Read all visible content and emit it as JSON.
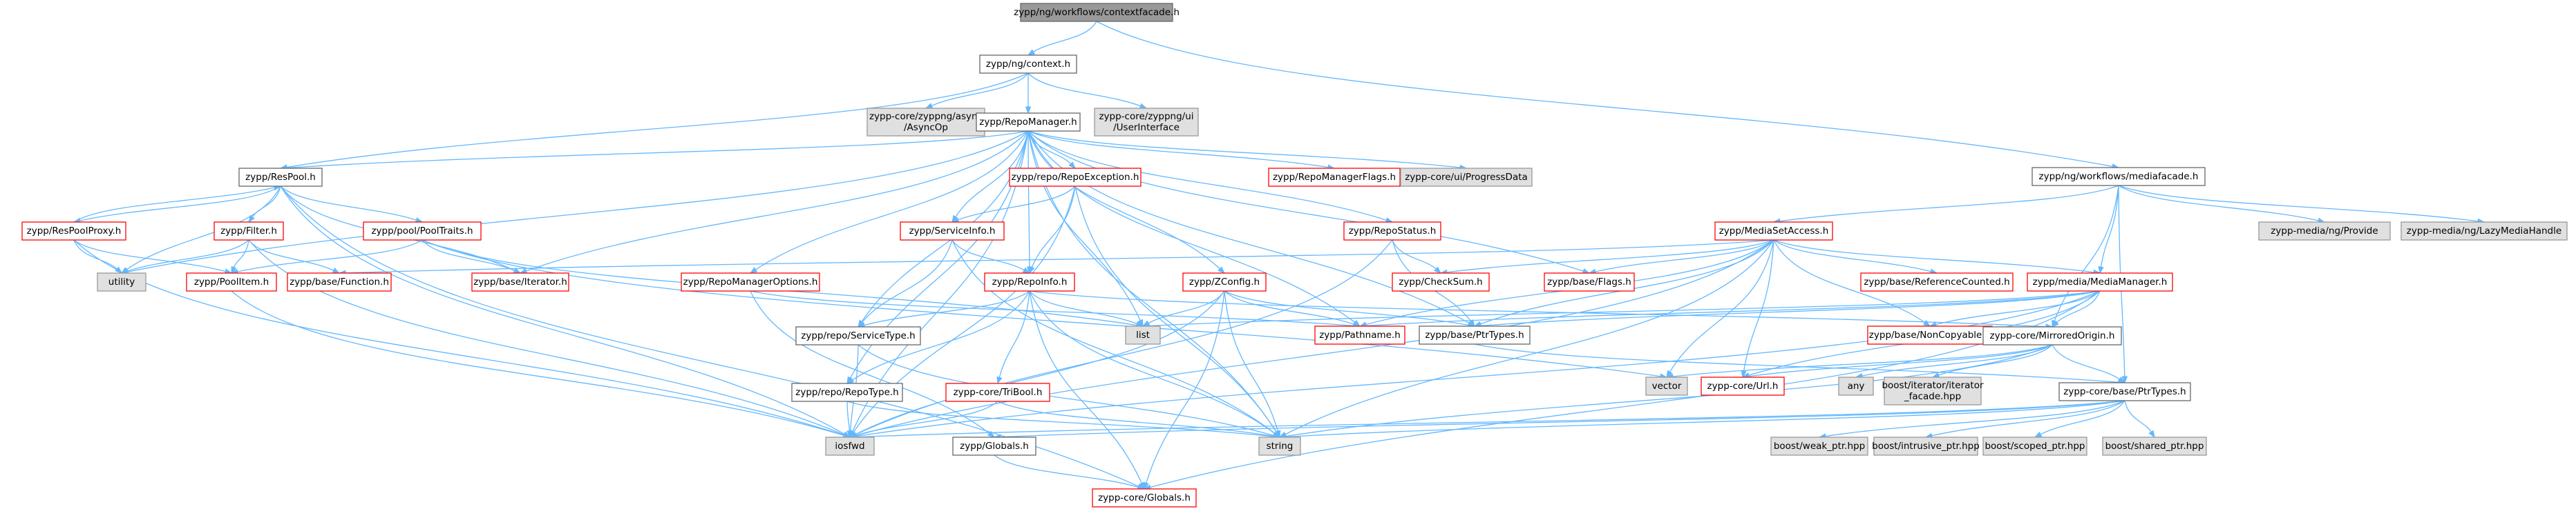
{
  "graph_title": "zypp/ng/workflows/contextfacade.h",
  "colors": {
    "root_fill": "#999999",
    "root_border": "#666666",
    "documented_fill": "#ffffff",
    "documented_border": "#666666",
    "undocumented_fill": "#ffffff",
    "undocumented_border": "#ff0000",
    "external_fill": "#e0e0e0",
    "external_border": "#999999",
    "edge": "#63b8ff"
  },
  "nodes": [
    {
      "id": "root",
      "label": [
        "zypp/ng/workflows/contextfacade.h"
      ],
      "kind": "root"
    },
    {
      "id": "context",
      "label": [
        "zypp/ng/context.h"
      ],
      "kind": "doc"
    },
    {
      "id": "async",
      "label": [
        "zypp-core/zyppng/async",
        "/AsyncOp"
      ],
      "kind": "ext"
    },
    {
      "id": "repomanager",
      "label": [
        "zypp/RepoManager.h"
      ],
      "kind": "doc"
    },
    {
      "id": "userinterface",
      "label": [
        "zypp-core/zyppng/ui",
        "/UserInterface"
      ],
      "kind": "ext"
    },
    {
      "id": "mediafacade",
      "label": [
        "zypp/ng/workflows/mediafacade.h"
      ],
      "kind": "doc"
    },
    {
      "id": "respool",
      "label": [
        "zypp/ResPool.h"
      ],
      "kind": "doc"
    },
    {
      "id": "repoexception",
      "label": [
        "zypp/repo/RepoException.h"
      ],
      "kind": "undoc"
    },
    {
      "id": "repomanagerflags",
      "label": [
        "zypp/RepoManagerFlags.h"
      ],
      "kind": "undoc"
    },
    {
      "id": "progressdata",
      "label": [
        "zypp-core/ui/ProgressData"
      ],
      "kind": "ext"
    },
    {
      "id": "respoolproxy",
      "label": [
        "zypp/ResPoolProxy.h"
      ],
      "kind": "undoc"
    },
    {
      "id": "filter",
      "label": [
        "zypp/Filter.h"
      ],
      "kind": "undoc"
    },
    {
      "id": "pooltraits",
      "label": [
        "zypp/pool/PoolTraits.h"
      ],
      "kind": "undoc"
    },
    {
      "id": "serviceinfo",
      "label": [
        "zypp/ServiceInfo.h"
      ],
      "kind": "undoc"
    },
    {
      "id": "repostatus",
      "label": [
        "zypp/RepoStatus.h"
      ],
      "kind": "undoc"
    },
    {
      "id": "mediasetaccess",
      "label": [
        "zypp/MediaSetAccess.h"
      ],
      "kind": "undoc"
    },
    {
      "id": "provide",
      "label": [
        "zypp-media/ng/Provide"
      ],
      "kind": "ext"
    },
    {
      "id": "lazymedia",
      "label": [
        "zypp-media/ng/LazyMediaHandle"
      ],
      "kind": "ext"
    },
    {
      "id": "utility",
      "label": [
        "utility"
      ],
      "kind": "ext"
    },
    {
      "id": "poolitem",
      "label": [
        "zypp/PoolItem.h"
      ],
      "kind": "undoc"
    },
    {
      "id": "function",
      "label": [
        "zypp/base/Function.h"
      ],
      "kind": "undoc"
    },
    {
      "id": "iterator",
      "label": [
        "zypp/base/Iterator.h"
      ],
      "kind": "undoc"
    },
    {
      "id": "repomanageroptions",
      "label": [
        "zypp/RepoManagerOptions.h"
      ],
      "kind": "undoc"
    },
    {
      "id": "repoinfo",
      "label": [
        "zypp/RepoInfo.h"
      ],
      "kind": "undoc"
    },
    {
      "id": "zconfig",
      "label": [
        "zypp/ZConfig.h"
      ],
      "kind": "undoc"
    },
    {
      "id": "checksum",
      "label": [
        "zypp/CheckSum.h"
      ],
      "kind": "undoc"
    },
    {
      "id": "flags",
      "label": [
        "zypp/base/Flags.h"
      ],
      "kind": "undoc"
    },
    {
      "id": "refcounted",
      "label": [
        "zypp/base/ReferenceCounted.h"
      ],
      "kind": "undoc"
    },
    {
      "id": "mediamanager",
      "label": [
        "zypp/media/MediaManager.h"
      ],
      "kind": "undoc"
    },
    {
      "id": "list",
      "label": [
        "list"
      ],
      "kind": "ext"
    },
    {
      "id": "pathname",
      "label": [
        "zypp/Pathname.h"
      ],
      "kind": "undoc"
    },
    {
      "id": "baseptrtypes",
      "label": [
        "zypp/base/PtrTypes.h"
      ],
      "kind": "doc"
    },
    {
      "id": "noncopyable",
      "label": [
        "zypp/base/NonCopyable.h"
      ],
      "kind": "undoc"
    },
    {
      "id": "servicetype",
      "label": [
        "zypp/repo/ServiceType.h"
      ],
      "kind": "doc"
    },
    {
      "id": "mirroredorigin",
      "label": [
        "zypp-core/MirroredOrigin.h"
      ],
      "kind": "doc"
    },
    {
      "id": "vector",
      "label": [
        "vector"
      ],
      "kind": "ext"
    },
    {
      "id": "url",
      "label": [
        "zypp-core/Url.h"
      ],
      "kind": "undoc"
    },
    {
      "id": "any",
      "label": [
        "any"
      ],
      "kind": "ext"
    },
    {
      "id": "iteratorfacade",
      "label": [
        "boost/iterator/iterator",
        "_facade.hpp"
      ],
      "kind": "ext"
    },
    {
      "id": "repotype",
      "label": [
        "zypp/repo/RepoType.h"
      ],
      "kind": "doc"
    },
    {
      "id": "tribool",
      "label": [
        "zypp-core/TriBool.h"
      ],
      "kind": "undoc"
    },
    {
      "id": "coreptrtypes",
      "label": [
        "zypp-core/base/PtrTypes.h"
      ],
      "kind": "doc"
    },
    {
      "id": "iosfwd",
      "label": [
        "iosfwd"
      ],
      "kind": "ext"
    },
    {
      "id": "globals",
      "label": [
        "zypp/Globals.h"
      ],
      "kind": "doc"
    },
    {
      "id": "string",
      "label": [
        "string"
      ],
      "kind": "ext"
    },
    {
      "id": "weakptr",
      "label": [
        "boost/weak_ptr.hpp"
      ],
      "kind": "ext"
    },
    {
      "id": "intrusiveptr",
      "label": [
        "boost/intrusive_ptr.hpp"
      ],
      "kind": "ext"
    },
    {
      "id": "scopedptr",
      "label": [
        "boost/scoped_ptr.hpp"
      ],
      "kind": "ext"
    },
    {
      "id": "sharedptr",
      "label": [
        "boost/shared_ptr.hpp"
      ],
      "kind": "ext"
    },
    {
      "id": "coreglobals",
      "label": [
        "zypp-core/Globals.h"
      ],
      "kind": "undoc"
    }
  ],
  "edges": [
    [
      "root",
      "context"
    ],
    [
      "root",
      "mediafacade"
    ],
    [
      "context",
      "async"
    ],
    [
      "context",
      "repomanager"
    ],
    [
      "context",
      "userinterface"
    ],
    [
      "context",
      "respool"
    ],
    [
      "repomanager",
      "respool"
    ],
    [
      "repomanager",
      "repoexception"
    ],
    [
      "repomanager",
      "repomanagerflags"
    ],
    [
      "repomanager",
      "progressdata"
    ],
    [
      "repomanager",
      "serviceinfo"
    ],
    [
      "repomanager",
      "repostatus"
    ],
    [
      "repomanager",
      "repomanageroptions"
    ],
    [
      "repomanager",
      "repoinfo"
    ],
    [
      "repomanager",
      "zconfig"
    ],
    [
      "repomanager",
      "flags"
    ],
    [
      "repomanager",
      "iterator"
    ],
    [
      "repomanager",
      "list"
    ],
    [
      "repomanager",
      "pathname"
    ],
    [
      "repomanager",
      "baseptrtypes"
    ],
    [
      "repomanager",
      "servicetype"
    ],
    [
      "repomanager",
      "repotype"
    ],
    [
      "repomanager",
      "iosfwd"
    ],
    [
      "repomanager",
      "utility"
    ],
    [
      "repomanager",
      "string"
    ],
    [
      "respool",
      "respoolproxy"
    ],
    [
      "respool",
      "filter"
    ],
    [
      "respool",
      "pooltraits"
    ],
    [
      "respool",
      "utility"
    ],
    [
      "respool",
      "iterator"
    ],
    [
      "respool",
      "iosfwd"
    ],
    [
      "respool",
      "coreglobals"
    ],
    [
      "respoolproxy",
      "respool"
    ],
    [
      "respoolproxy",
      "utility"
    ],
    [
      "respoolproxy",
      "iosfwd"
    ],
    [
      "respoolproxy",
      "poolitem"
    ],
    [
      "filter",
      "utility"
    ],
    [
      "filter",
      "poolitem"
    ],
    [
      "filter",
      "function"
    ],
    [
      "filter",
      "iosfwd"
    ],
    [
      "pooltraits",
      "poolitem"
    ],
    [
      "pooltraits",
      "iterator"
    ],
    [
      "pooltraits",
      "list"
    ],
    [
      "pooltraits",
      "vector"
    ],
    [
      "poolitem",
      "iosfwd"
    ],
    [
      "repoexception",
      "serviceinfo"
    ],
    [
      "repoexception",
      "repoinfo"
    ],
    [
      "repoexception",
      "string"
    ],
    [
      "repoexception",
      "iosfwd"
    ],
    [
      "serviceinfo",
      "repoinfo"
    ],
    [
      "serviceinfo",
      "servicetype"
    ],
    [
      "serviceinfo",
      "string"
    ],
    [
      "repostatus",
      "checksum"
    ],
    [
      "repostatus",
      "baseptrtypes"
    ],
    [
      "repostatus",
      "iosfwd"
    ],
    [
      "repoinfo",
      "list"
    ],
    [
      "repoinfo",
      "servicetype"
    ],
    [
      "repoinfo",
      "repotype"
    ],
    [
      "repoinfo",
      "tribool"
    ],
    [
      "repoinfo",
      "string"
    ],
    [
      "repoinfo",
      "coreglobals"
    ],
    [
      "repoinfo",
      "mirroredorigin"
    ],
    [
      "zconfig",
      "pathname"
    ],
    [
      "zconfig",
      "baseptrtypes"
    ],
    [
      "zconfig",
      "iosfwd"
    ],
    [
      "zconfig",
      "string"
    ],
    [
      "zconfig",
      "coreglobals"
    ],
    [
      "zconfig",
      "list"
    ],
    [
      "repomanageroptions",
      "pathname"
    ],
    [
      "repomanageroptions",
      "globals"
    ],
    [
      "servicetype",
      "iosfwd"
    ],
    [
      "servicetype",
      "string"
    ],
    [
      "repotype",
      "iosfwd"
    ],
    [
      "repotype",
      "string"
    ],
    [
      "tribool",
      "iosfwd"
    ],
    [
      "tribool",
      "string"
    ],
    [
      "mediafacade",
      "mediasetaccess"
    ],
    [
      "mediafacade",
      "provide"
    ],
    [
      "mediafacade",
      "lazymedia"
    ],
    [
      "mediafacade",
      "mediamanager"
    ],
    [
      "mediafacade",
      "mirroredorigin"
    ],
    [
      "mediafacade",
      "coreptrtypes"
    ],
    [
      "mediasetaccess",
      "function"
    ],
    [
      "mediasetaccess",
      "checksum"
    ],
    [
      "mediasetaccess",
      "flags"
    ],
    [
      "mediasetaccess",
      "refcounted"
    ],
    [
      "mediasetaccess",
      "mediamanager"
    ],
    [
      "mediasetaccess",
      "pathname"
    ],
    [
      "mediasetaccess",
      "baseptrtypes"
    ],
    [
      "mediasetaccess",
      "noncopyable"
    ],
    [
      "mediasetaccess",
      "vector"
    ],
    [
      "mediasetaccess",
      "url"
    ],
    [
      "mediasetaccess",
      "string"
    ],
    [
      "mediasetaccess",
      "iosfwd"
    ],
    [
      "mediamanager",
      "noncopyable"
    ],
    [
      "mediamanager",
      "pathname"
    ],
    [
      "mediamanager",
      "baseptrtypes"
    ],
    [
      "mediamanager",
      "mirroredorigin"
    ],
    [
      "mediamanager",
      "url"
    ],
    [
      "mediamanager",
      "list"
    ],
    [
      "mediamanager",
      "coreglobals"
    ],
    [
      "mediamanager",
      "iosfwd"
    ],
    [
      "baseptrtypes",
      "coreptrtypes"
    ],
    [
      "mirroredorigin",
      "url"
    ],
    [
      "mirroredorigin",
      "vector"
    ],
    [
      "mirroredorigin",
      "any"
    ],
    [
      "mirroredorigin",
      "iteratorfacade"
    ],
    [
      "mirroredorigin",
      "coreptrtypes"
    ],
    [
      "mirroredorigin",
      "string"
    ],
    [
      "coreptrtypes",
      "iosfwd"
    ],
    [
      "coreptrtypes",
      "string"
    ],
    [
      "coreptrtypes",
      "globals"
    ],
    [
      "coreptrtypes",
      "weakptr"
    ],
    [
      "coreptrtypes",
      "intrusiveptr"
    ],
    [
      "coreptrtypes",
      "scopedptr"
    ],
    [
      "coreptrtypes",
      "sharedptr"
    ],
    [
      "globals",
      "coreglobals"
    ]
  ]
}
